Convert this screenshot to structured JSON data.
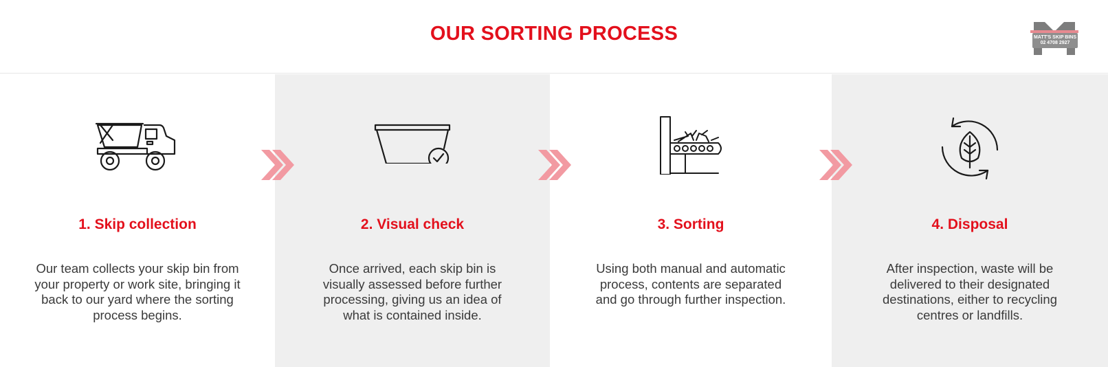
{
  "page": {
    "title": "OUR SORTING PROCESS"
  },
  "logo": {
    "line1": "MATT'S SKIP BINS",
    "line2": "02 4708 2927"
  },
  "colors": {
    "accent": "#e3101c",
    "chevron": "#f29aa2",
    "panel_alt": "#efefef",
    "text": "#3a3a3a",
    "icon_stroke": "#1a1a1a"
  },
  "steps": [
    {
      "icon": "skip-truck-icon",
      "title": "1. Skip collection",
      "description": "Our team collects your skip bin from your property or work site, bringing it back to our yard where the sorting process begins."
    },
    {
      "icon": "skip-bin-check-icon",
      "title": "2. Visual check",
      "description": "Once arrived, each skip bin is visually assessed before further processing, giving us an idea of what is contained inside."
    },
    {
      "icon": "conveyor-sorting-icon",
      "title": "3. Sorting",
      "description": "Using both manual and automatic process, contents are separated and go through further inspection."
    },
    {
      "icon": "recycle-leaf-icon",
      "title": "4. Disposal",
      "description": "After inspection, waste will be delivered to their designated destinations, either to recycling centres or landfills."
    }
  ],
  "connectors": [
    "double-chevron-icon",
    "double-chevron-icon",
    "double-chevron-icon"
  ]
}
